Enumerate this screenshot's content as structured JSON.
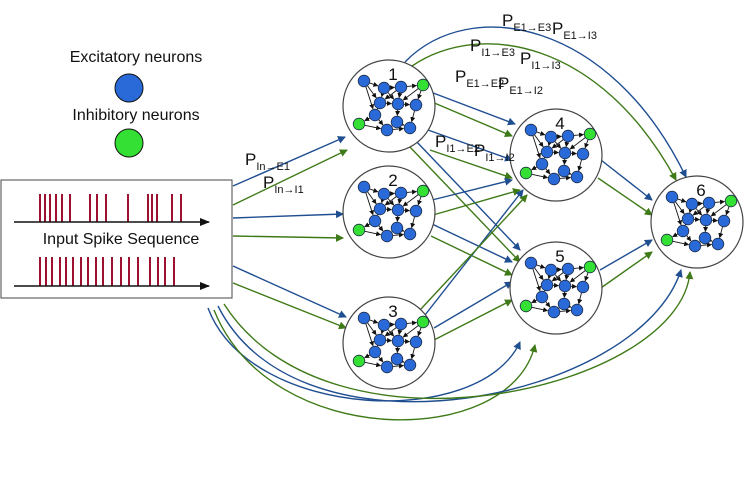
{
  "legend": {
    "excitatory_label": "Excitatory neurons",
    "inhibitory_label": "Inhibitory neurons"
  },
  "colors": {
    "excitatory": "#2a6ad8",
    "inhibitory": "#33e033",
    "spike": "#9e1030",
    "edge_excitatory": "#1f4e91",
    "edge_inhibitory": "#3f7a18"
  },
  "input": {
    "title": "Input Spike Sequence"
  },
  "modules": [
    {
      "id": "1",
      "label": "1"
    },
    {
      "id": "2",
      "label": "2"
    },
    {
      "id": "3",
      "label": "3"
    },
    {
      "id": "4",
      "label": "4"
    },
    {
      "id": "5",
      "label": "5"
    },
    {
      "id": "6",
      "label": "6"
    }
  ],
  "probability_labels": [
    {
      "main": "P",
      "sub": "In→E1"
    },
    {
      "main": "P",
      "sub": "In→I1"
    },
    {
      "main": "P",
      "sub": "E1→E3"
    },
    {
      "main": "P",
      "sub": "E1→I3"
    },
    {
      "main": "P",
      "sub": "I1→E3"
    },
    {
      "main": "P",
      "sub": "I1→I3"
    },
    {
      "main": "P",
      "sub": "E1→E2"
    },
    {
      "main": "P",
      "sub": "E1→I2"
    },
    {
      "main": "P",
      "sub": "I1→E2"
    },
    {
      "main": "P",
      "sub": "I1→I2"
    }
  ]
}
